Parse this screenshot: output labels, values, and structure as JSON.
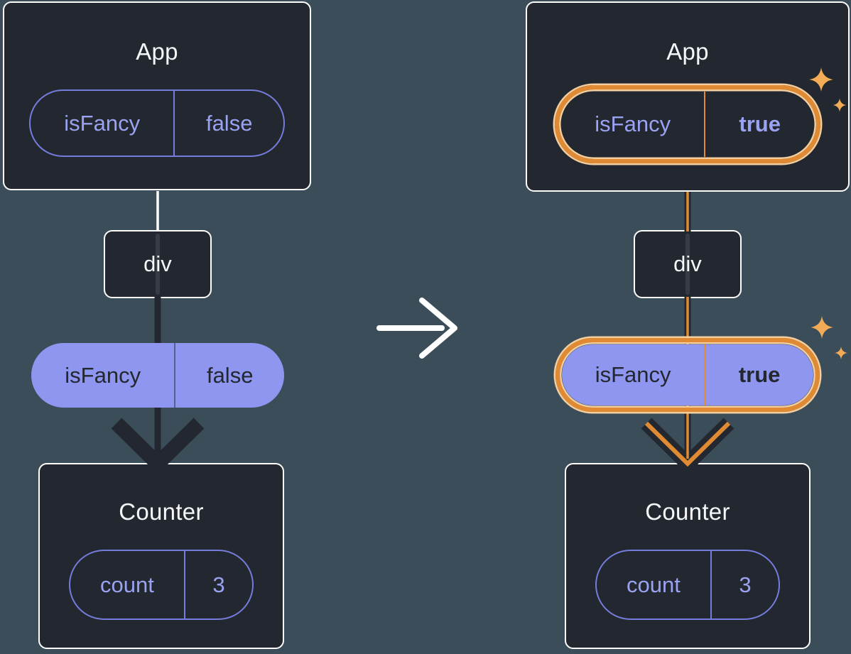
{
  "diagram": {
    "before": {
      "app_title": "App",
      "app_prop": {
        "name": "isFancy",
        "value": "false"
      },
      "div_label": "div",
      "passed_prop": {
        "name": "isFancy",
        "value": "false"
      },
      "counter_title": "Counter",
      "counter_state": {
        "name": "count",
        "value": "3"
      }
    },
    "after": {
      "app_title": "App",
      "app_prop": {
        "name": "isFancy",
        "value": "true"
      },
      "div_label": "div",
      "passed_prop": {
        "name": "isFancy",
        "value": "true"
      },
      "counter_title": "Counter",
      "counter_state": {
        "name": "count",
        "value": "3"
      }
    },
    "icons": {
      "transition_arrow": "right-arrow",
      "arrowhead": "down-chevron-arrowhead",
      "sparkle": "four-point-star"
    },
    "colors": {
      "background": "#3C4D5A",
      "node_fill": "#23272F",
      "node_border": "#FFFFFF",
      "purple_outline": "#747CDC",
      "purple_text": "#9AA2F2",
      "purple_fill": "#8E96F0",
      "dark_text": "#23272F",
      "highlight_orange": "#E08A33",
      "highlight_glow": "#F3CF9F",
      "sparkle": "#F2AC57",
      "connector_dark": "#23272F",
      "connector_white": "#FFFFFF"
    }
  }
}
